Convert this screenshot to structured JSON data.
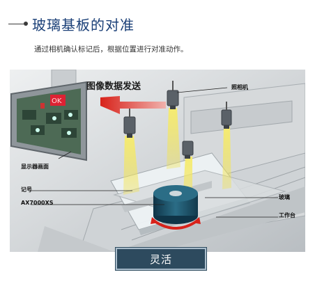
{
  "header": {
    "title": "玻璃基板的对准",
    "subtitle": "通过相机确认标记后，根据位置进行对准动作。"
  },
  "diagram": {
    "arrow_label": "图像数据发送",
    "monitor_ok": "OK",
    "labels": {
      "camera": "照相机",
      "display": "显示器画面",
      "mark": "记号",
      "model": "AX7000XS",
      "glass": "玻璃",
      "worktable": "工作台"
    }
  },
  "button": {
    "label": "灵活"
  },
  "colors": {
    "title": "#1a3f77",
    "arrow": "#d8221a",
    "motor": "#1f4f66",
    "button_bg": "#2d4a5e",
    "light_beam": "#f2e24a"
  }
}
